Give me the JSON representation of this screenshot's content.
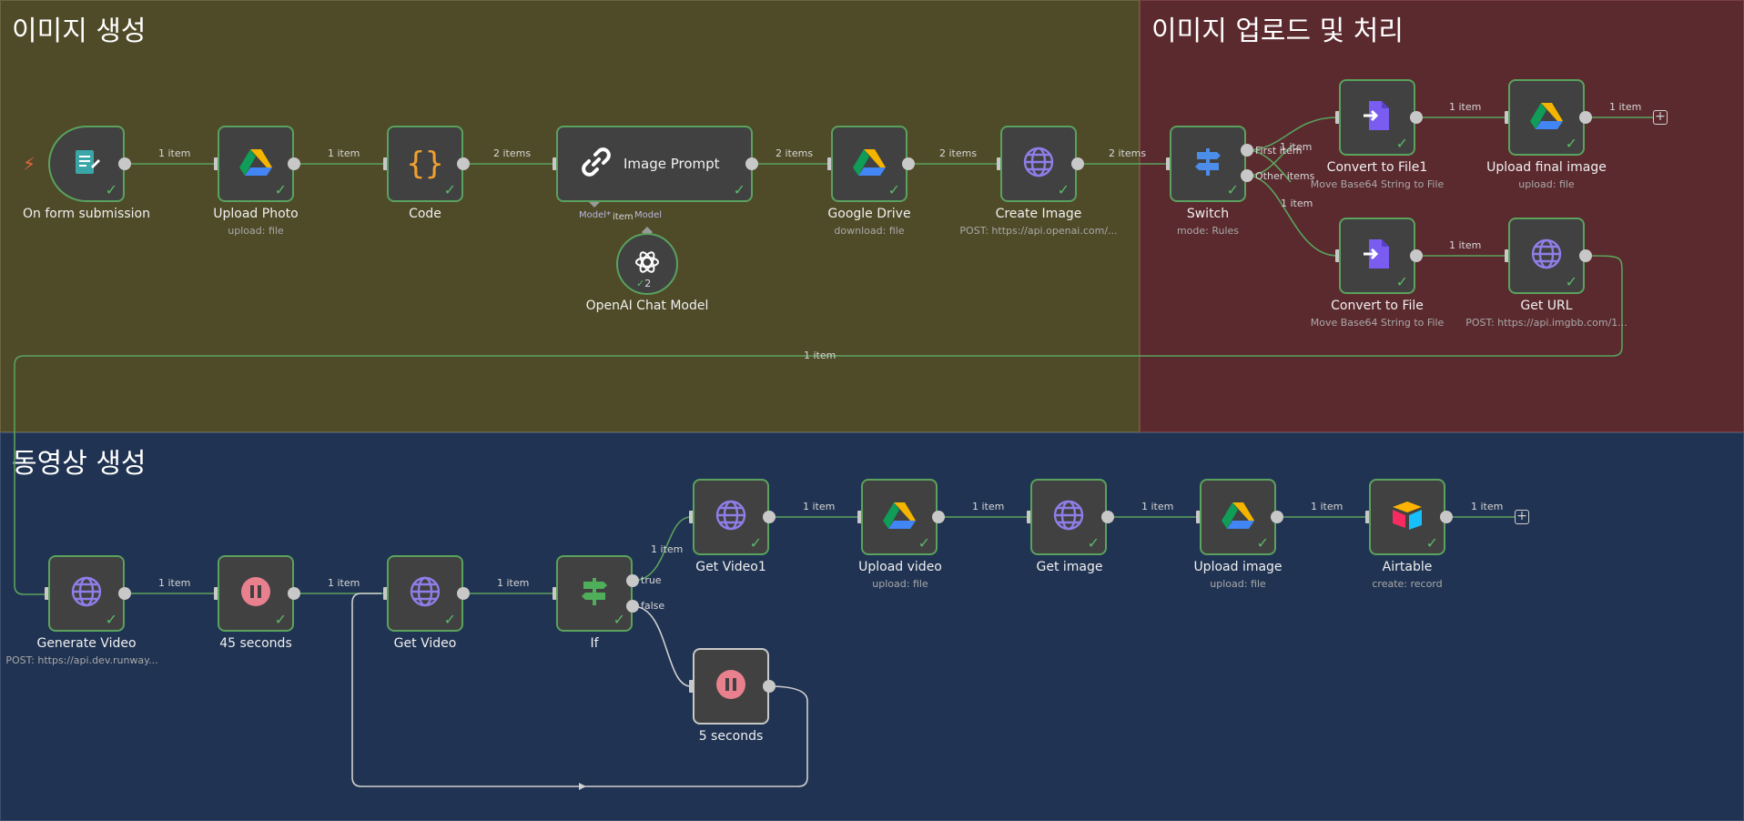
{
  "groups": {
    "image_generation": "이미지 생성",
    "image_upload": "이미지 업로드 및 처리",
    "video_generation": "동영상 생성"
  },
  "nodes": {
    "form": {
      "label": "On form submission",
      "sub": ""
    },
    "upload_photo": {
      "label": "Upload Photo",
      "sub": "upload: file"
    },
    "code": {
      "label": "Code",
      "sub": ""
    },
    "image_prompt": {
      "label": "Image Prompt",
      "sub": ""
    },
    "openai": {
      "label": "OpenAI Chat Model",
      "badge": "2"
    },
    "google_drive": {
      "label": "Google Drive",
      "sub": "download: file"
    },
    "create_image": {
      "label": "Create Image",
      "sub": "POST: https://api.openai.com/..."
    },
    "switch": {
      "label": "Switch",
      "sub": "mode: Rules"
    },
    "convert1": {
      "label": "Convert to File1",
      "sub": "Move Base64 String to File"
    },
    "upload_final": {
      "label": "Upload final image",
      "sub": "upload: file"
    },
    "convert": {
      "label": "Convert to File",
      "sub": "Move Base64 String to File"
    },
    "get_url": {
      "label": "Get URL",
      "sub": "POST: https://api.imgbb.com/1..."
    },
    "gen_video": {
      "label": "Generate Video",
      "sub": "POST: https://api.dev.runway..."
    },
    "wait45": {
      "label": "45 seconds",
      "sub": ""
    },
    "get_video": {
      "label": "Get Video",
      "sub": ""
    },
    "if": {
      "label": "If",
      "sub": ""
    },
    "get_video1": {
      "label": "Get Video1",
      "sub": ""
    },
    "upload_video": {
      "label": "Upload video",
      "sub": "upload: file"
    },
    "get_image": {
      "label": "Get image",
      "sub": ""
    },
    "upload_image": {
      "label": "Upload image",
      "sub": "upload: file"
    },
    "airtable": {
      "label": "Airtable",
      "sub": "create: record"
    },
    "wait5": {
      "label": "5 seconds",
      "sub": ""
    }
  },
  "edges": {
    "e1": "1 item",
    "e2": "1 item",
    "e3": "2 items",
    "e4": "2 items",
    "e5": "2 items",
    "e6": "2 items",
    "sw_first": "First item",
    "sw_other": "Other items",
    "sw_top": "1 item",
    "sw_bot": "1 item",
    "c1_up": "1 item",
    "up_out": "1 item",
    "c_url": "1 item",
    "url_gen": "1 item",
    "v1": "1 item",
    "v2": "1 item",
    "v3": "1 item",
    "if_true_edge": "1 item",
    "v5": "1 item",
    "v6": "1 item",
    "v7": "1 item",
    "v8": "1 item",
    "v9": "1 item",
    "if_true": "true",
    "if_false": "false"
  },
  "sub_ports": {
    "model_star": "Model*",
    "item": "item",
    "model": "Model"
  },
  "colors": {
    "success": "#5ab869",
    "edge": "#5aa25d",
    "port": "#c8c8c8"
  }
}
